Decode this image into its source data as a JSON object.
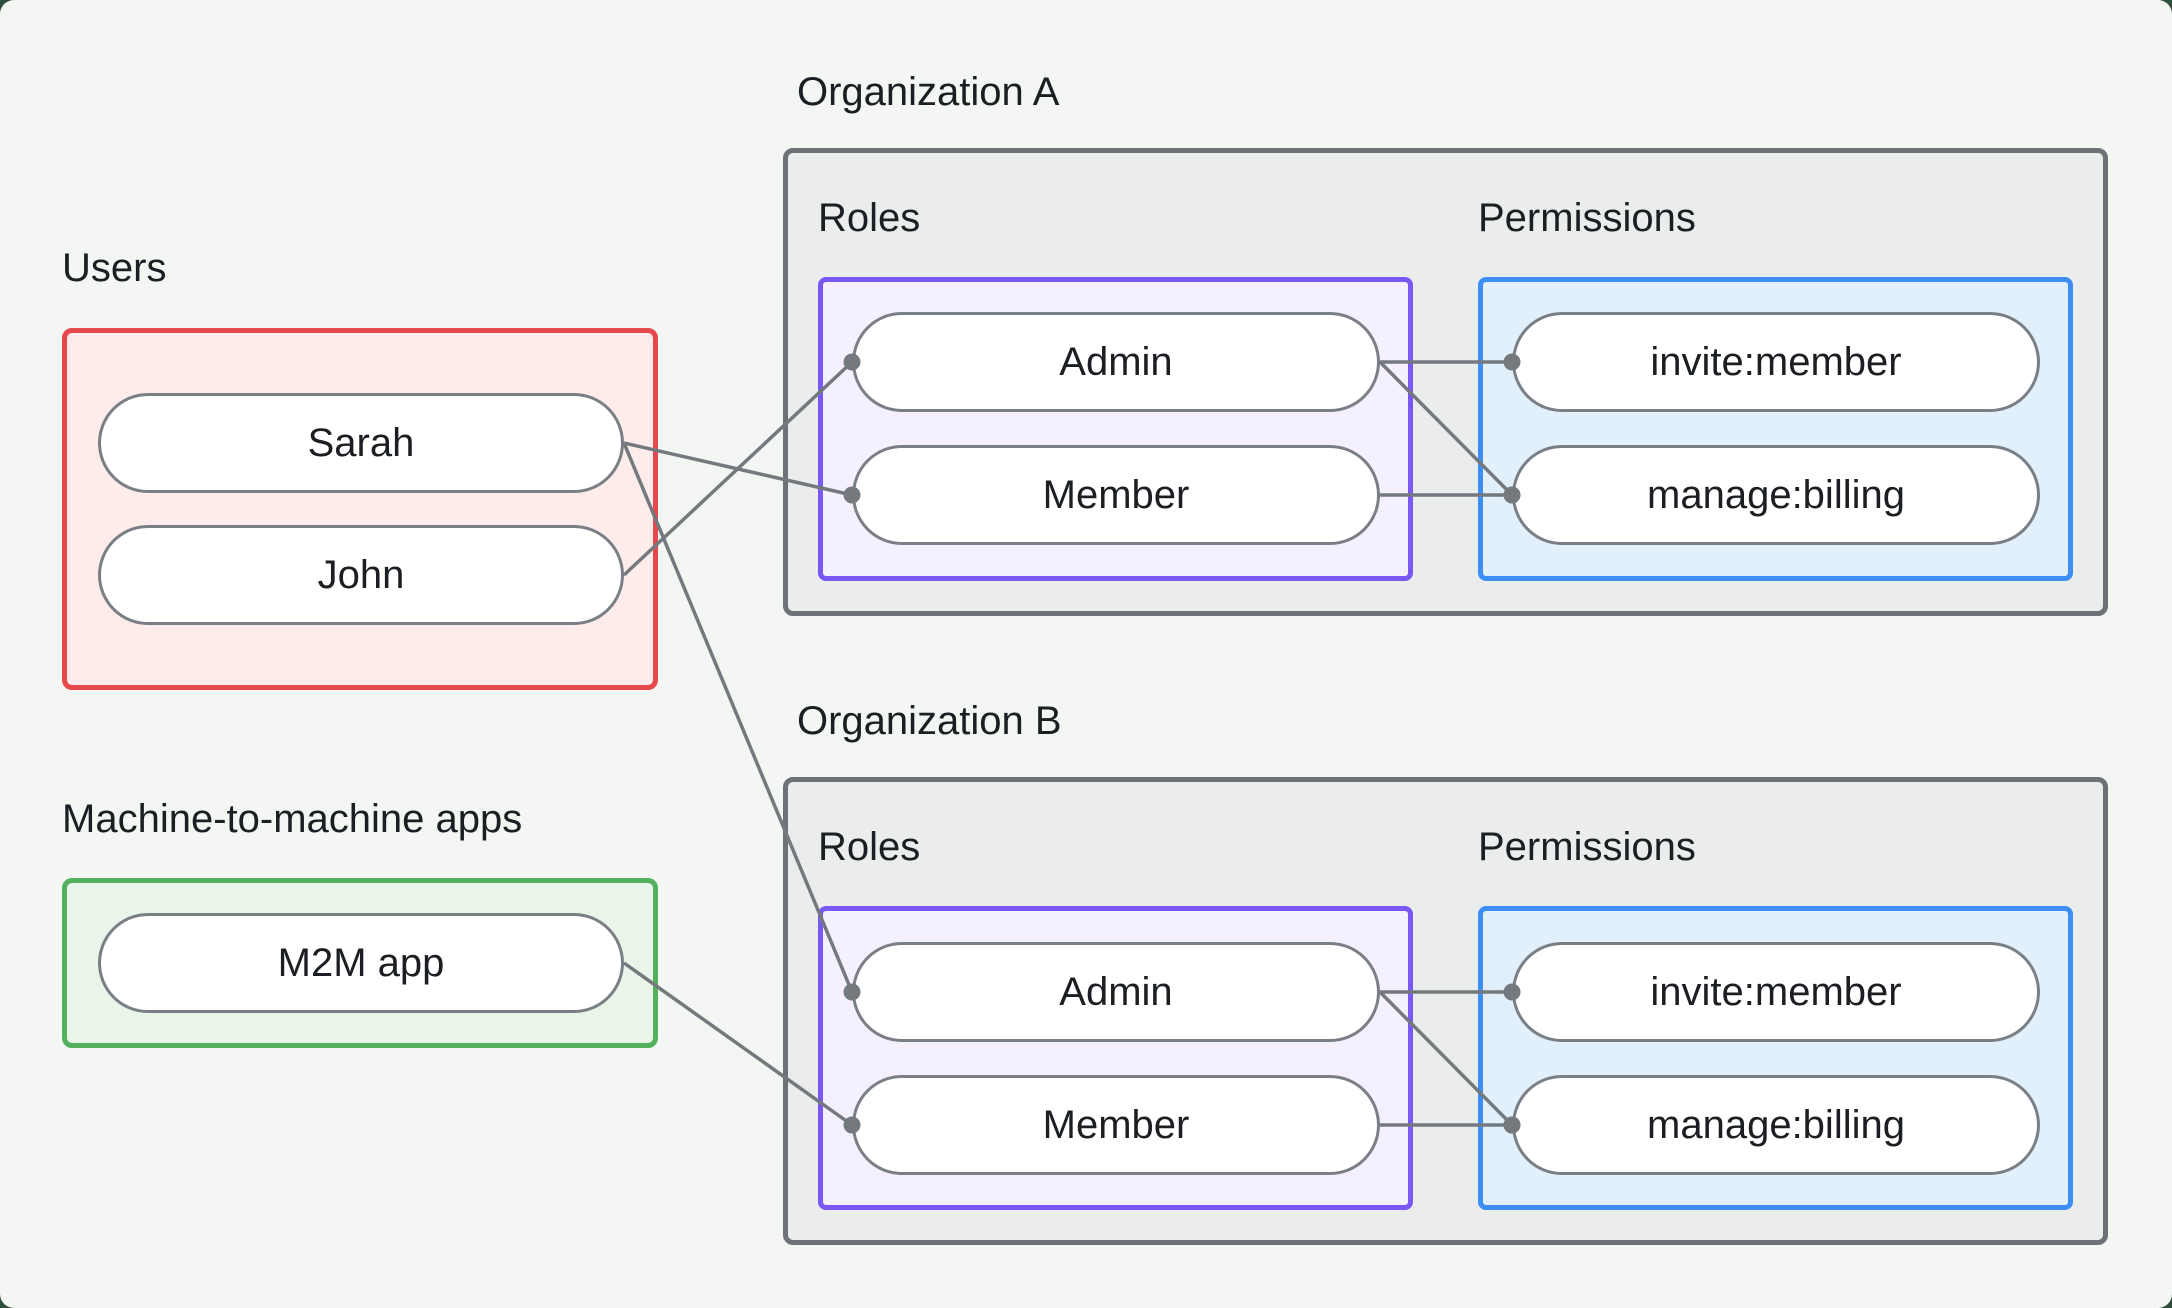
{
  "colors": {
    "background": "#f3f6f3",
    "page_behind": "#2e4d3a",
    "text": "#1b1e22",
    "users_border": "#e5484d",
    "users_fill": "#fdecea",
    "m2m_border": "#55b05e",
    "m2m_fill": "#eaf5ea",
    "org_border": "#6e7277",
    "org_fill": "#ebedec",
    "roles_border": "#7a58f5",
    "roles_fill": "#f5f0fd",
    "permissions_border": "#3e8ef7",
    "permissions_fill": "#e2f0fc",
    "pill_border": "#7a7f86",
    "connector": "#74797e"
  },
  "users": {
    "label": "Users",
    "items": [
      {
        "id": "user-sarah",
        "label": "Sarah"
      },
      {
        "id": "user-john",
        "label": "John"
      }
    ]
  },
  "m2m": {
    "label": "Machine-to-machine apps",
    "items": [
      {
        "id": "app-m2m",
        "label": "M2M app"
      }
    ]
  },
  "organizations": [
    {
      "title": "Organization A",
      "roles_label": "Roles",
      "permissions_label": "Permissions",
      "roles": [
        {
          "id": "orgA-role-admin",
          "label": "Admin"
        },
        {
          "id": "orgA-role-member",
          "label": "Member"
        }
      ],
      "permissions": [
        {
          "id": "orgA-perm-invite",
          "label": "invite:member"
        },
        {
          "id": "orgA-perm-manage",
          "label": "manage:billing"
        }
      ]
    },
    {
      "title": "Organization B",
      "roles_label": "Roles",
      "permissions_label": "Permissions",
      "roles": [
        {
          "id": "orgB-role-admin",
          "label": "Admin"
        },
        {
          "id": "orgB-role-member",
          "label": "Member"
        }
      ],
      "permissions": [
        {
          "id": "orgB-perm-invite",
          "label": "invite:member"
        },
        {
          "id": "orgB-perm-manage",
          "label": "manage:billing"
        }
      ]
    }
  ],
  "edges": [
    [
      "user-sarah",
      "orgA-role-member"
    ],
    [
      "user-john",
      "orgA-role-admin"
    ],
    [
      "user-sarah",
      "orgB-role-admin"
    ],
    [
      "app-m2m",
      "orgB-role-member"
    ],
    [
      "orgA-role-admin",
      "orgA-perm-invite"
    ],
    [
      "orgA-role-admin",
      "orgA-perm-manage"
    ],
    [
      "orgA-role-member",
      "orgA-perm-manage"
    ],
    [
      "orgB-role-admin",
      "orgB-perm-invite"
    ],
    [
      "orgB-role-admin",
      "orgB-perm-manage"
    ],
    [
      "orgB-role-member",
      "orgB-perm-manage"
    ]
  ]
}
